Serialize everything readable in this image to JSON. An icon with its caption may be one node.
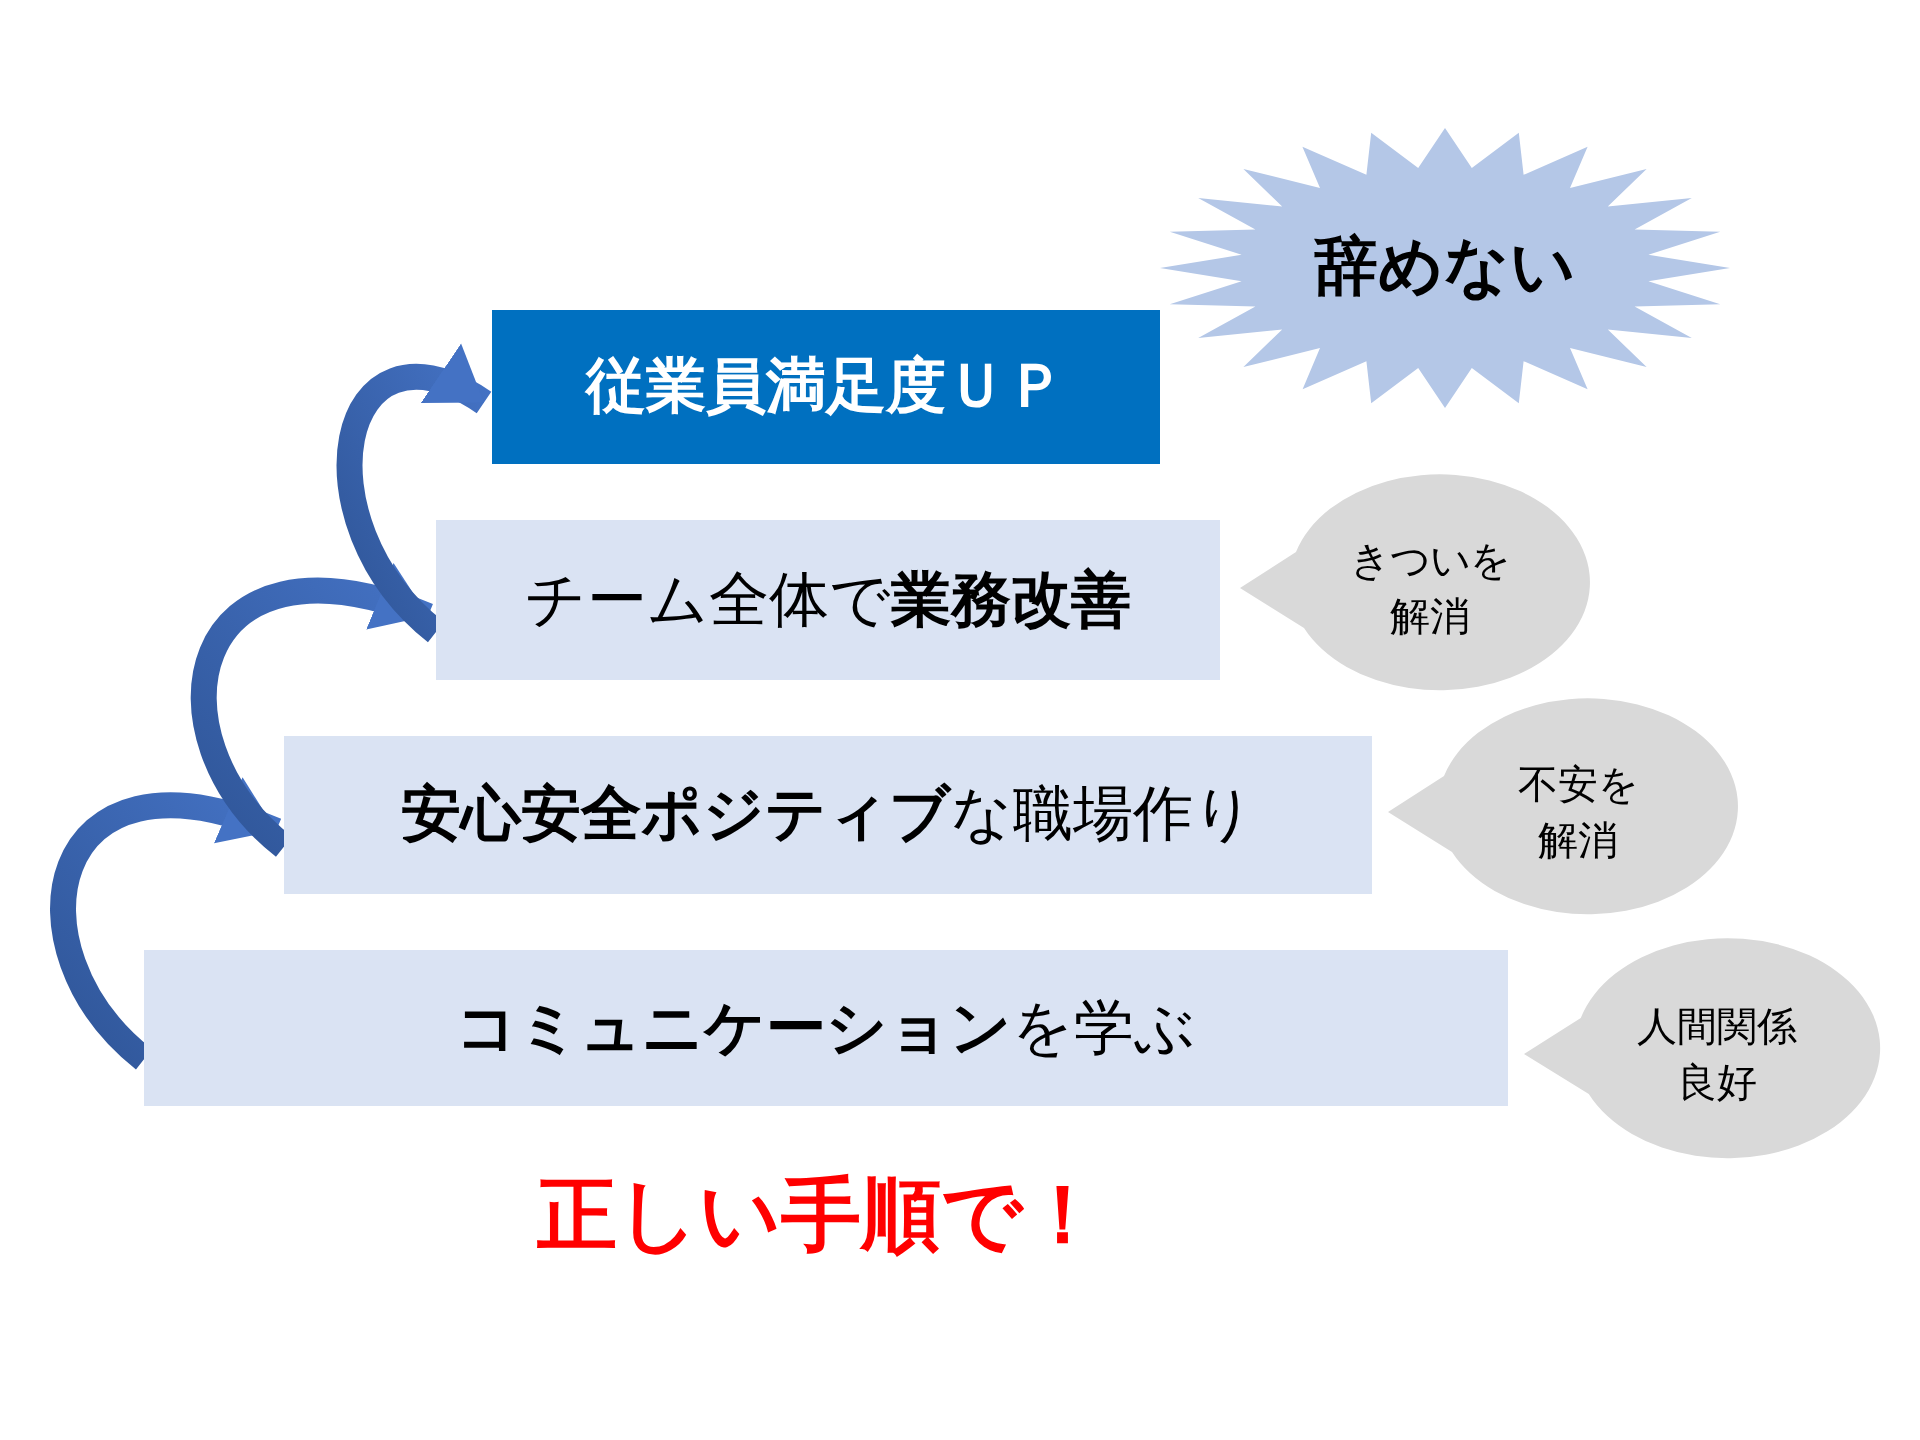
{
  "diagram": {
    "caption": "正しい手順で！",
    "nodes": [
      {
        "text": [
          "辞めない"
        ]
      },
      {
        "text": [
          "従業員満足度ＵＰ"
        ]
      },
      {
        "text": [
          "チーム全体で**業務改善**"
        ]
      },
      {
        "text": [
          "きついを解消"
        ]
      },
      {
        "text": [
          "**安心安全ポジティブ**な職場作り"
        ]
      },
      {
        "text": [
          "不安を解消"
        ]
      },
      {
        "text": [
          "**コミュニケーション**を学ぶ"
        ]
      },
      {
        "text": [
          "人間関係良好"
        ]
      }
    ],
    "edges": [
      {
        "from": 6,
        "to": 4,
        "arrow": "to"
      },
      {
        "from": 4,
        "to": 2,
        "arrow": "to"
      },
      {
        "from": 2,
        "to": 1,
        "arrow": "to"
      }
    ]
  }
}
